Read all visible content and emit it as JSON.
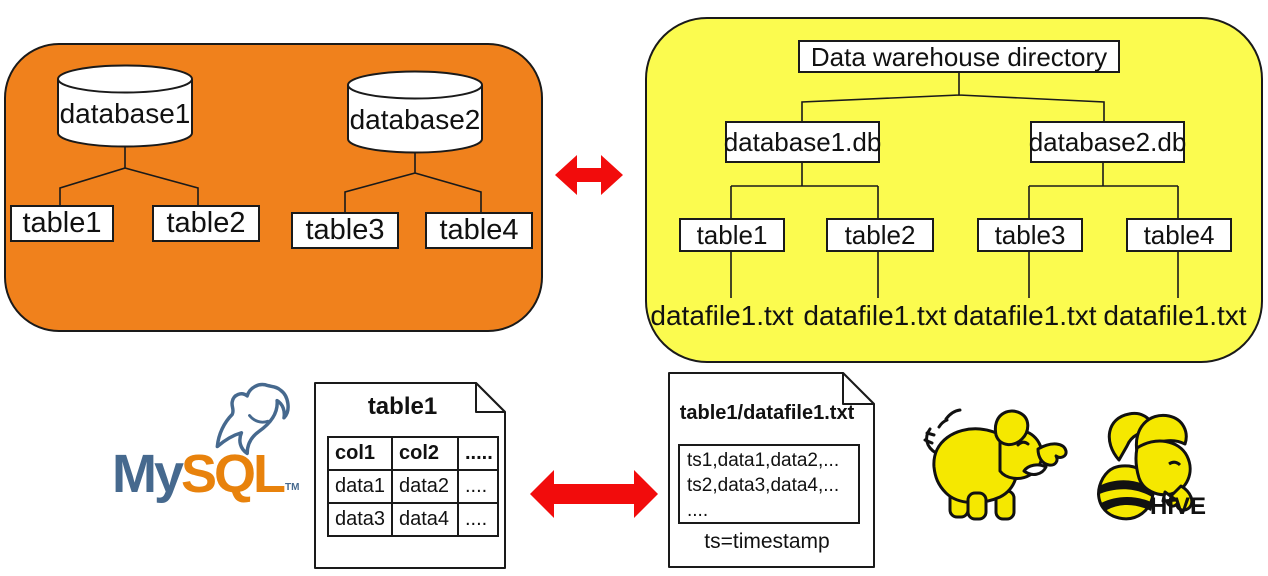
{
  "colors": {
    "panel_orange": "#F0811C",
    "panel_yellow": "#FBFB4F",
    "arrow_red": "#F20C0C",
    "mysql_blue": "#46698E",
    "mysql_orange": "#E8820C",
    "hadoop_yellow": "#F5E800"
  },
  "mysql_side": {
    "databases": [
      {
        "name": "database1",
        "tables": [
          "table1",
          "table2"
        ]
      },
      {
        "name": "database2",
        "tables": [
          "table3",
          "table4"
        ]
      }
    ]
  },
  "hive_side": {
    "title": "Data warehouse directory",
    "directories": [
      {
        "name": "database1.db",
        "tables": [
          {
            "name": "table1",
            "file": "datafile1.txt"
          },
          {
            "name": "table2",
            "file": "datafile1.txt"
          }
        ]
      },
      {
        "name": "database2.db",
        "tables": [
          {
            "name": "table3",
            "file": "datafile1.txt"
          },
          {
            "name": "table4",
            "file": "datafile1.txt"
          }
        ]
      }
    ]
  },
  "logos": {
    "mysql": {
      "my": "My",
      "sql": "SQL",
      "tm": "TM"
    },
    "hive": {
      "label": "HIVE"
    }
  },
  "table_doc": {
    "title": "table1",
    "headers": [
      "col1",
      "col2",
      "....."
    ],
    "rows": [
      [
        "data1",
        "data2",
        "...."
      ],
      [
        "data3",
        "data4",
        "...."
      ]
    ]
  },
  "file_doc": {
    "title": "table1/datafile1.txt",
    "lines": [
      "ts1,data1,data2,...",
      "ts2,data3,data4,...",
      "...."
    ],
    "note": "ts=timestamp"
  }
}
